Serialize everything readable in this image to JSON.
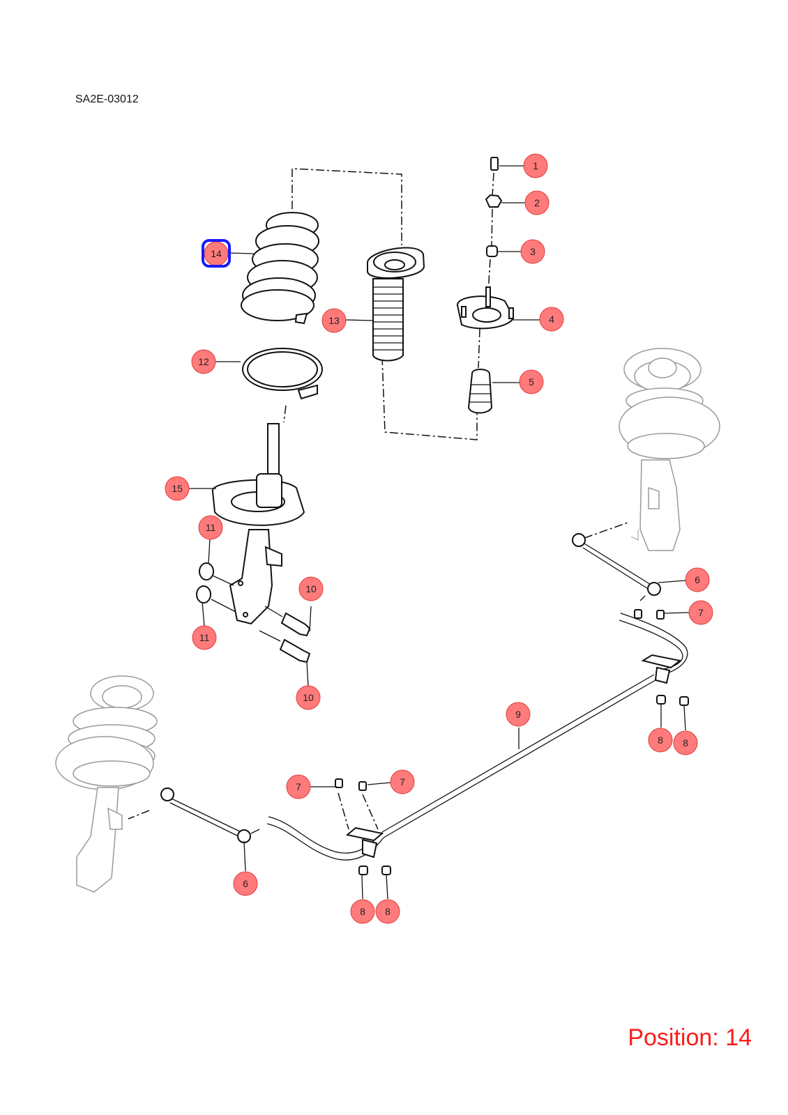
{
  "diagram_code": "SA2E-03012",
  "position_label": "Position: 14",
  "selected_callout": "14",
  "colors": {
    "callout_fill": "#ff7b7b",
    "callout_stroke": "#e03a3a",
    "selection": "#1a1aff",
    "position_text": "#ff1a1a"
  },
  "callouts": [
    {
      "label": "1"
    },
    {
      "label": "2"
    },
    {
      "label": "3"
    },
    {
      "label": "4"
    },
    {
      "label": "5"
    },
    {
      "label": "6"
    },
    {
      "label": "7"
    },
    {
      "label": "8"
    },
    {
      "label": "8"
    },
    {
      "label": "9"
    },
    {
      "label": "10"
    },
    {
      "label": "10"
    },
    {
      "label": "11"
    },
    {
      "label": "11"
    },
    {
      "label": "12"
    },
    {
      "label": "13"
    },
    {
      "label": "14"
    },
    {
      "label": "15"
    },
    {
      "label": "6"
    },
    {
      "label": "7"
    },
    {
      "label": "7"
    },
    {
      "label": "8"
    },
    {
      "label": "8"
    }
  ]
}
